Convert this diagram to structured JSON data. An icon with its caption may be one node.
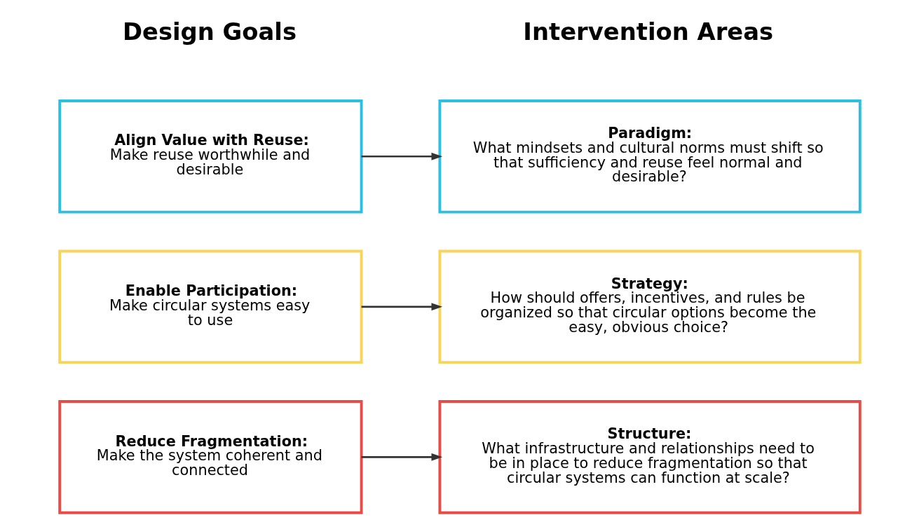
{
  "diagram": {
    "nodes": [
      {
        "text": [
          "Reduce Fragmentation:",
          "Make the system coherent and connected"
        ]
      },
      {
        "text": [
          "Structure:",
          "What infrastructure and relationships need to be in place to reduce fragmentation so that circular systems can function at scale?"
        ]
      },
      {
        "text": [
          "Enable Participation:",
          "Make circular systems easy to use"
        ]
      },
      {
        "text": [
          "Strategy:",
          "How should offers, incentives, and rules be organized so that circular options become the easy, obvious choice?"
        ]
      },
      {
        "text": [
          "Align Value with Reuse:",
          "Make reuse worthwhile and desirable"
        ]
      },
      {
        "text": [
          "Paradigm:",
          "What mindsets and cultural norms must shift so that sufficiency and reuse feel normal and desirable?"
        ]
      }
    ],
    "edges": [
      {
        "from": 0,
        "to": 1,
        "arrow": "to"
      },
      {
        "from": 2,
        "to": 3,
        "arrow": "to"
      },
      {
        "from": 4,
        "to": 5,
        "arrow": "to"
      }
    ],
    "labels": [
      "Design Goals",
      "Intervention Areas"
    ]
  }
}
